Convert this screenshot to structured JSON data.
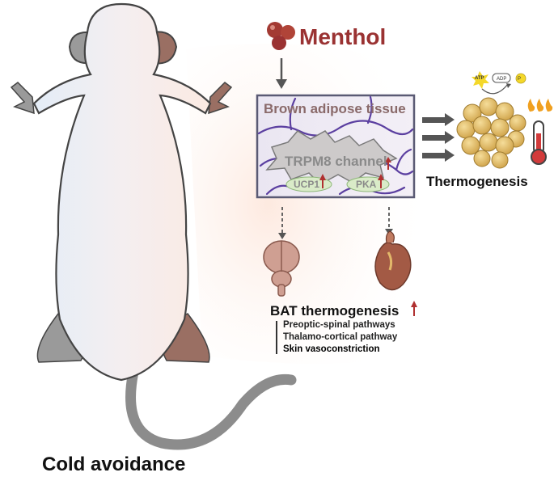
{
  "title": "Cold avoidance",
  "stimulus": {
    "label": "Menthol"
  },
  "tissue": {
    "label": "Brown adipose tissue",
    "channel": "TRPM8 channel",
    "markers": [
      "UCP1",
      "PKA"
    ]
  },
  "outcome": {
    "label": "Thermogenesis",
    "atp": "ATP",
    "adp": "ADP",
    "pi": "P"
  },
  "bat": {
    "label": "BAT thermogenesis",
    "pathways": [
      "Preoptic-spinal pathways",
      "Thalamo-cortical pathway",
      "Skin vasoconstriction"
    ]
  },
  "colors": {
    "accent": "#9a3232",
    "up_arrow": "#b03030",
    "fat": "#e3c170",
    "vein": "#5b3fa0"
  }
}
